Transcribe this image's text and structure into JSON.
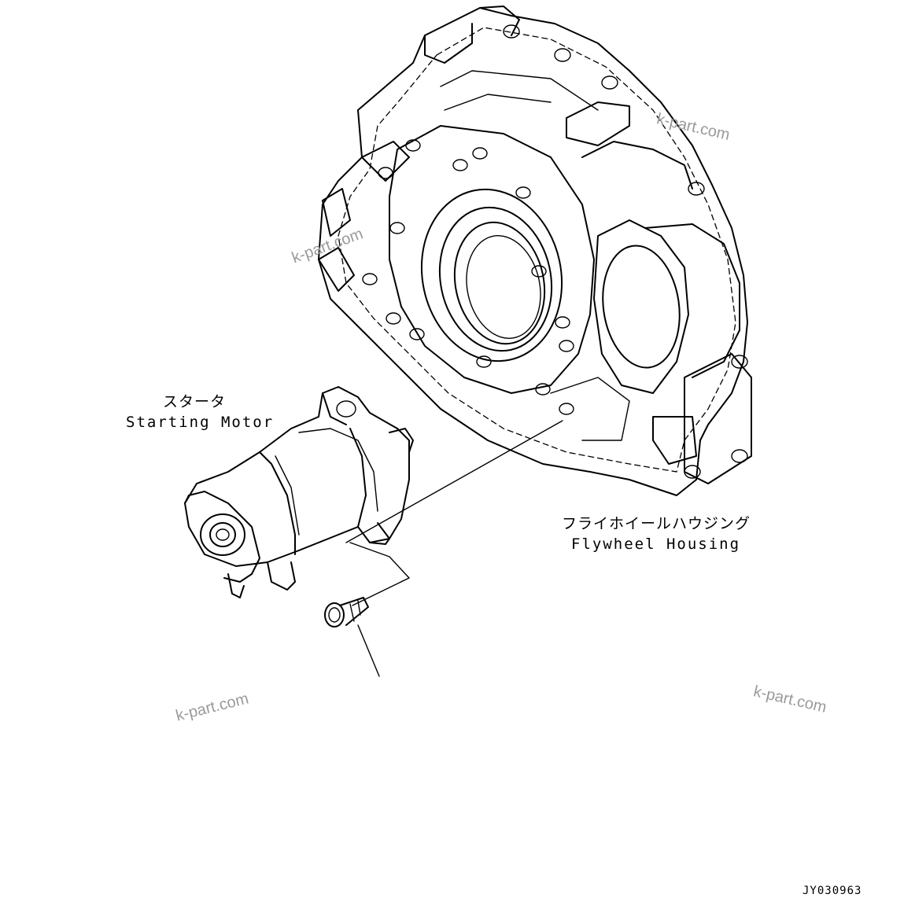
{
  "labels": {
    "starter_jp": "スタータ",
    "starter_en": "Starting Motor",
    "housing_jp": "フライホイールハウジング",
    "housing_en": "Flywheel Housing"
  },
  "watermarks": [
    "k-part.com",
    "k-part.com",
    "k-part.com",
    "k-part.com"
  ],
  "drawing_code": "JY030963",
  "icons": {
    "flywheel_housing": "flywheel-housing-drawing",
    "starting_motor": "starting-motor-drawing",
    "bolt": "bolt-drawing"
  }
}
